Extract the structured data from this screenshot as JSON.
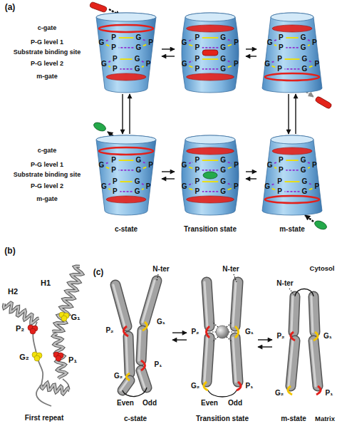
{
  "diagram": {
    "nodes": [
      {
        "text": [
          "P",
          "G",
          "P",
          "G",
          "P",
          "G",
          "P",
          "G",
          "P",
          "G",
          "P",
          "G"
        ]
      },
      {
        "text": [
          "P",
          "G",
          "P",
          "G",
          "P",
          "G",
          "P",
          "G",
          "P",
          "G",
          "P",
          "G"
        ]
      },
      {
        "text": [
          "P",
          "G",
          "P",
          "G",
          "P",
          "G",
          "P",
          "G",
          "P",
          "G",
          "P",
          "G"
        ]
      },
      {
        "text": [
          "P",
          "G",
          "P",
          "G",
          "P",
          "G",
          "P",
          "G",
          "P",
          "G",
          "P",
          "G"
        ]
      },
      {
        "text": [
          "P",
          "G",
          "P",
          "G",
          "P",
          "G",
          "P",
          "G",
          "P",
          "G",
          "P",
          "G"
        ]
      },
      {
        "text": [
          "P",
          "G",
          "P",
          "G",
          "P",
          "G",
          "P",
          "G",
          "P",
          "G",
          "P",
          "G"
        ]
      },
      {
        "text": [
          "N-ter",
          "P₂",
          "G₁",
          "G₂",
          "P₁",
          "Even",
          "Odd"
        ]
      },
      {
        "text": [
          "N-ter",
          "P₂",
          "G₁",
          "G₂",
          "P₁",
          "Even",
          "Odd"
        ]
      },
      {
        "text": [
          "N-ter",
          "P₂",
          "G₁",
          "G₂",
          "P₁"
        ]
      }
    ],
    "edges": [
      {
        "from": 0,
        "to": 1,
        "arrow": "to"
      },
      {
        "from": 1,
        "to": 0,
        "arrow": "to"
      },
      {
        "from": 1,
        "to": 2,
        "arrow": "to"
      },
      {
        "from": 2,
        "to": 1,
        "arrow": "to"
      },
      {
        "from": 3,
        "to": 4,
        "arrow": "to"
      },
      {
        "from": 4,
        "to": 3,
        "arrow": "to"
      },
      {
        "from": 4,
        "to": 5,
        "arrow": "to"
      },
      {
        "from": 5,
        "to": 4,
        "arrow": "to"
      },
      {
        "from": 0,
        "to": 3,
        "arrow": "to"
      },
      {
        "from": 3,
        "to": 0,
        "arrow": "to"
      },
      {
        "from": 2,
        "to": 5,
        "arrow": "to"
      },
      {
        "from": 5,
        "to": 2,
        "arrow": "to"
      },
      {
        "from": 6,
        "to": 7,
        "arrow": "to"
      },
      {
        "from": 7,
        "to": 6,
        "arrow": "to"
      },
      {
        "from": 7,
        "to": 8,
        "arrow": "to"
      },
      {
        "from": 8,
        "to": 7,
        "arrow": "to"
      }
    ],
    "labels": [
      "(a)",
      "c-gate",
      "P-G level 1",
      "Substrate binding site",
      "P-G level 2",
      "m-gate",
      "c-gate",
      "P-G level 1",
      "Substrate binding site",
      "P-G level 2",
      "m-gate",
      "c-state",
      "Transition state",
      "m-state",
      "(b)",
      "H1",
      "H2",
      "P₂",
      "G₁",
      "G₂",
      "P₁",
      "First repeat",
      "(c)",
      "Cytosol",
      "Matrix",
      "c-state",
      "Transition state",
      "m-state"
    ]
  }
}
